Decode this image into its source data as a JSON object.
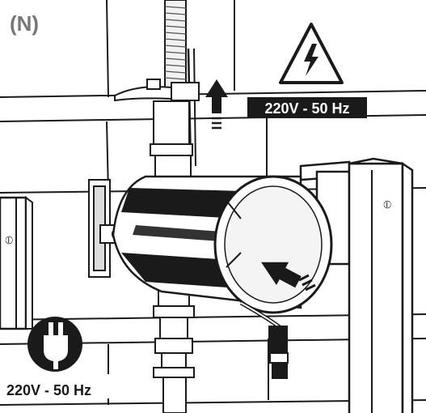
{
  "figure": {
    "label": "(N)",
    "voltage_top": "220V - 50 Hz",
    "voltage_bottom": "220V - 50 Hz",
    "frame_mark_left": "⦶",
    "frame_mark_right": "⦶",
    "icons": {
      "hazard": "high-voltage-warning-icon",
      "plug": "power-plug-icon",
      "arrow_up": "arrow-up-icon",
      "arrow_in": "arrow-left-icon"
    },
    "colors": {
      "ink": "#1a1a1a",
      "label_gray": "#777777",
      "background": "#ffffff"
    }
  }
}
